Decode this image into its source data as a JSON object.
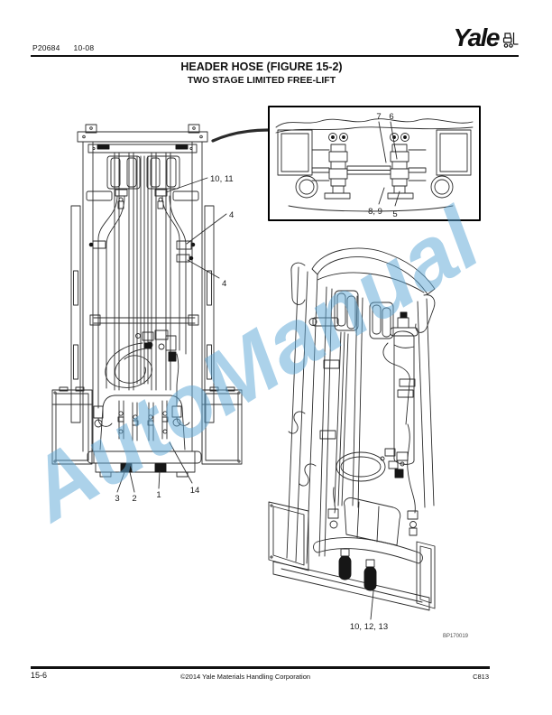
{
  "header": {
    "doc_number": "P20684",
    "revision": "10-08",
    "brand": "Yale"
  },
  "title": {
    "main": "HEADER HOSE (FIGURE 15-2)",
    "sub": "TWO STAGE LIMITED FREE-LIFT"
  },
  "watermark": {
    "text": "AutoManual",
    "color": "#5FA9D6"
  },
  "figure": {
    "image_code": "BP170019"
  },
  "callouts": {
    "front": [
      {
        "label": "10, 11"
      },
      {
        "label": "4"
      },
      {
        "label": "4"
      },
      {
        "label": "3"
      },
      {
        "label": "2"
      },
      {
        "label": "1"
      },
      {
        "label": "14"
      }
    ],
    "section": [
      {
        "label": "7"
      },
      {
        "label": "6"
      },
      {
        "label": "8, 9"
      },
      {
        "label": "5"
      }
    ],
    "perspective": [
      {
        "label": "10, 12, 13"
      }
    ]
  },
  "footer": {
    "page_number": "15-6",
    "copyright": "©2014 Yale Materials Handling Corporation",
    "code": "C813"
  }
}
